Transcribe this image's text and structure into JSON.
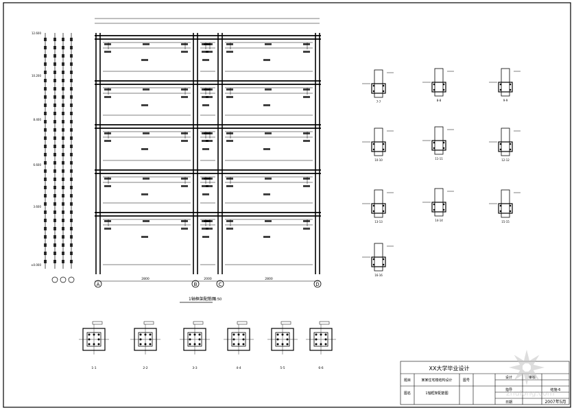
{
  "drawing": {
    "elevation_caption": "1轴框架配筋图",
    "elevation_scale": "1:50",
    "grid_axes": [
      "A",
      "B",
      "C",
      "D"
    ],
    "bay_dims": [
      "2800",
      "2000",
      "2800"
    ],
    "level_marks": [
      "12.600",
      "10.200",
      "8.400",
      "6.600",
      "3.600",
      "±0.000"
    ]
  },
  "sections_right": [
    "7-7",
    "8-8",
    "9-9",
    "10-10",
    "11-11",
    "12-12",
    "13-13",
    "14-14",
    "15-15",
    "16-16"
  ],
  "sections_bottom": [
    "1-1",
    "2-2",
    "3-3",
    "4-4",
    "5-5",
    "6-6"
  ],
  "title_block": {
    "school_title": "XX大学毕业设计",
    "subject_label": "题目",
    "subject_value": "某某住宅楼结构设计",
    "drawing_no_label": "图号",
    "drawing_name_label": "图名",
    "drawing_name_value": "1轴框架配筋图",
    "design_label": "设计",
    "check_label": "审核",
    "guide_label": "指导",
    "date_label": "日期",
    "sheet_no": "结施-6",
    "date_value": "2007年5月"
  },
  "watermark": "zhulong.com"
}
